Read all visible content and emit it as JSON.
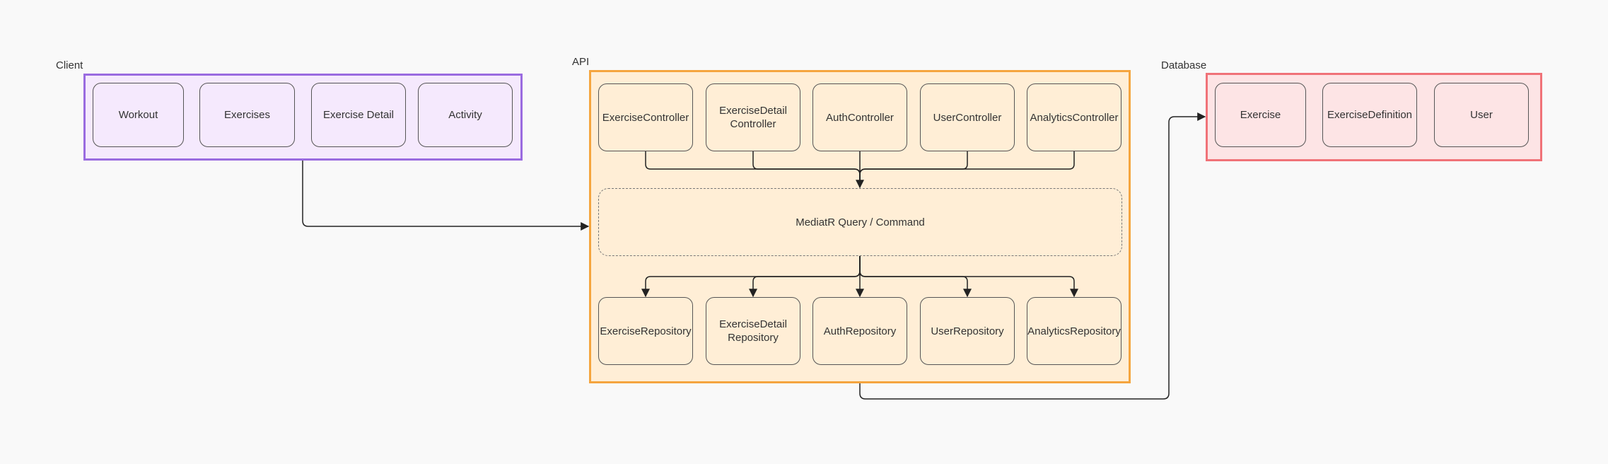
{
  "groups": {
    "client": {
      "label": "Client",
      "nodes": [
        "Workout",
        "Exercises",
        "Exercise Detail",
        "Activity"
      ]
    },
    "api": {
      "label": "API",
      "controllers": [
        "ExerciseController",
        "ExerciseDetail\nController",
        "AuthController",
        "UserController",
        "AnalyticsController"
      ],
      "mediator": "MediatR Query / Command",
      "repositories": [
        "ExerciseRepository",
        "ExerciseDetail\nRepository",
        "AuthRepository",
        "UserRepository",
        "AnalyticsRepository"
      ]
    },
    "database": {
      "label": "Database",
      "nodes": [
        "Exercise",
        "ExerciseDefinition",
        "User"
      ]
    }
  },
  "colors": {
    "client_fill": "#f5e9fd",
    "client_border": "#9a6be0",
    "api_fill": "#ffeed6",
    "api_border": "#f5a53f",
    "db_fill": "#fde4e5",
    "db_border": "#f07278",
    "edge": "#222222"
  }
}
